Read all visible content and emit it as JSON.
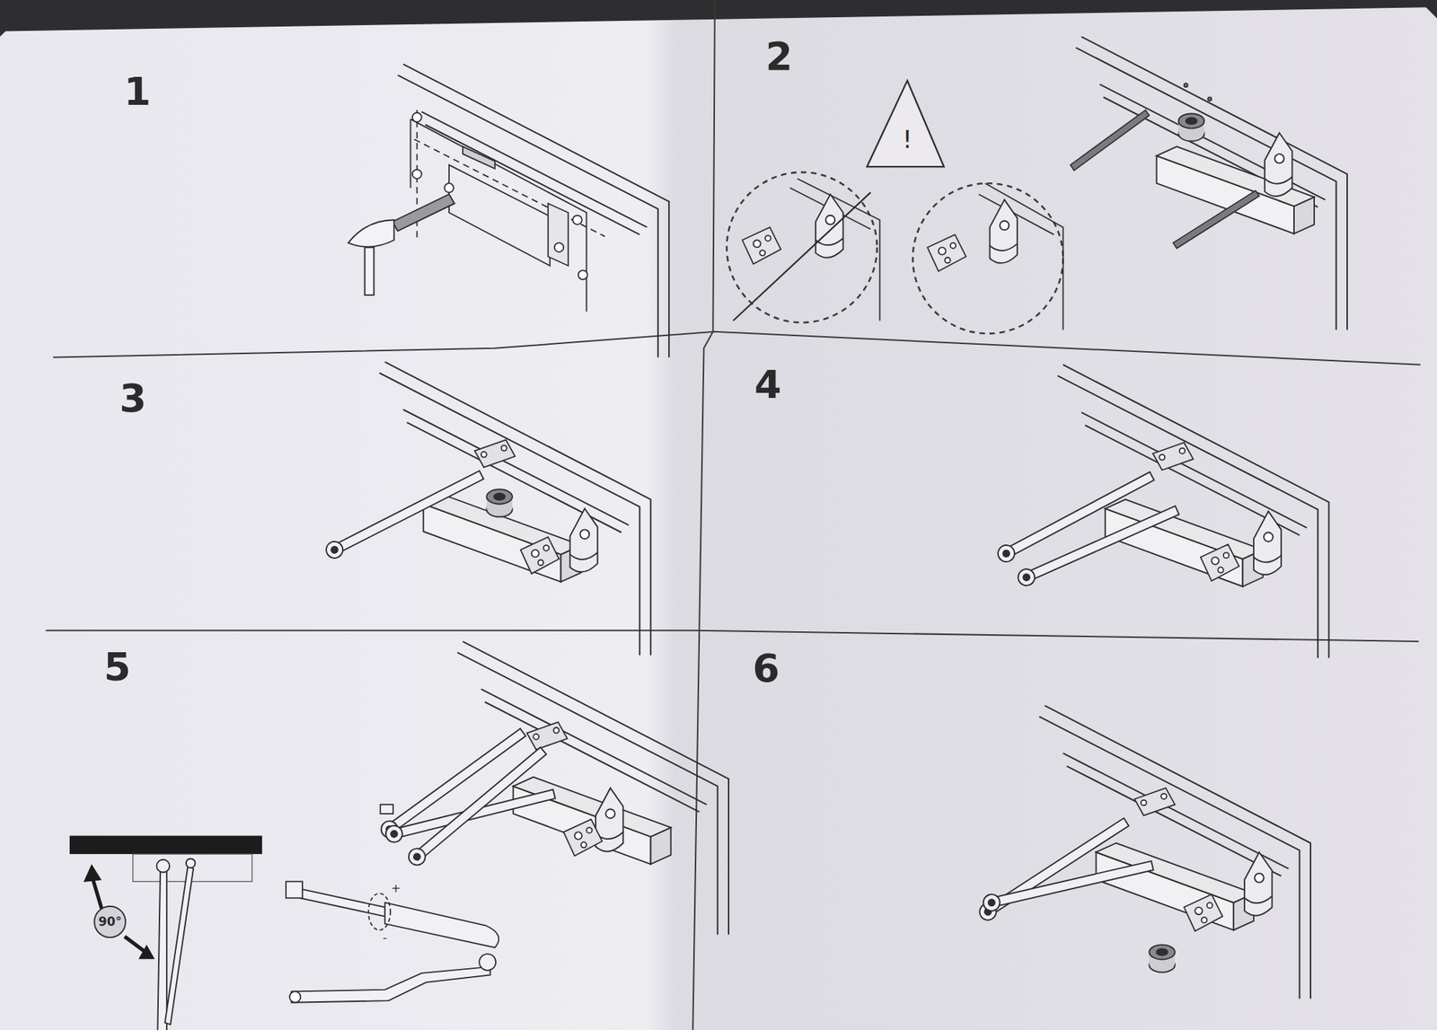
{
  "diagram": {
    "labels": [
      "1",
      "2",
      "!",
      "3",
      "4",
      "5",
      "90°",
      "+",
      "-",
      "6"
    ]
  }
}
